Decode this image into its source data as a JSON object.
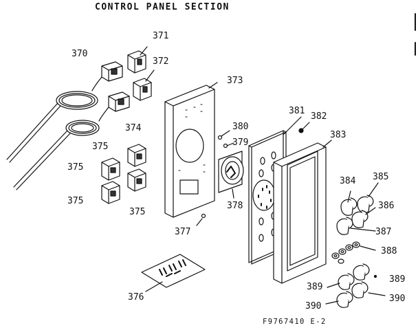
{
  "title": "CONTROL PANEL SECTION",
  "drawing_code": "F9767410 E-2",
  "labels": {
    "p370": "370",
    "p371": "371",
    "p372": "372",
    "p373": "373",
    "p374": "374",
    "p375a": "375",
    "p375b": "375",
    "p375c": "375",
    "p375d": "375",
    "p376": "376",
    "p377": "377",
    "p378": "378",
    "p379": "379",
    "p380": "380",
    "p381": "381",
    "p382": "382",
    "p383": "383",
    "p384": "384",
    "p385": "385",
    "p386": "386",
    "p387": "387",
    "p388": "388",
    "p389a": "389",
    "p389b": "389",
    "p390a": "390",
    "p390b": "390"
  }
}
